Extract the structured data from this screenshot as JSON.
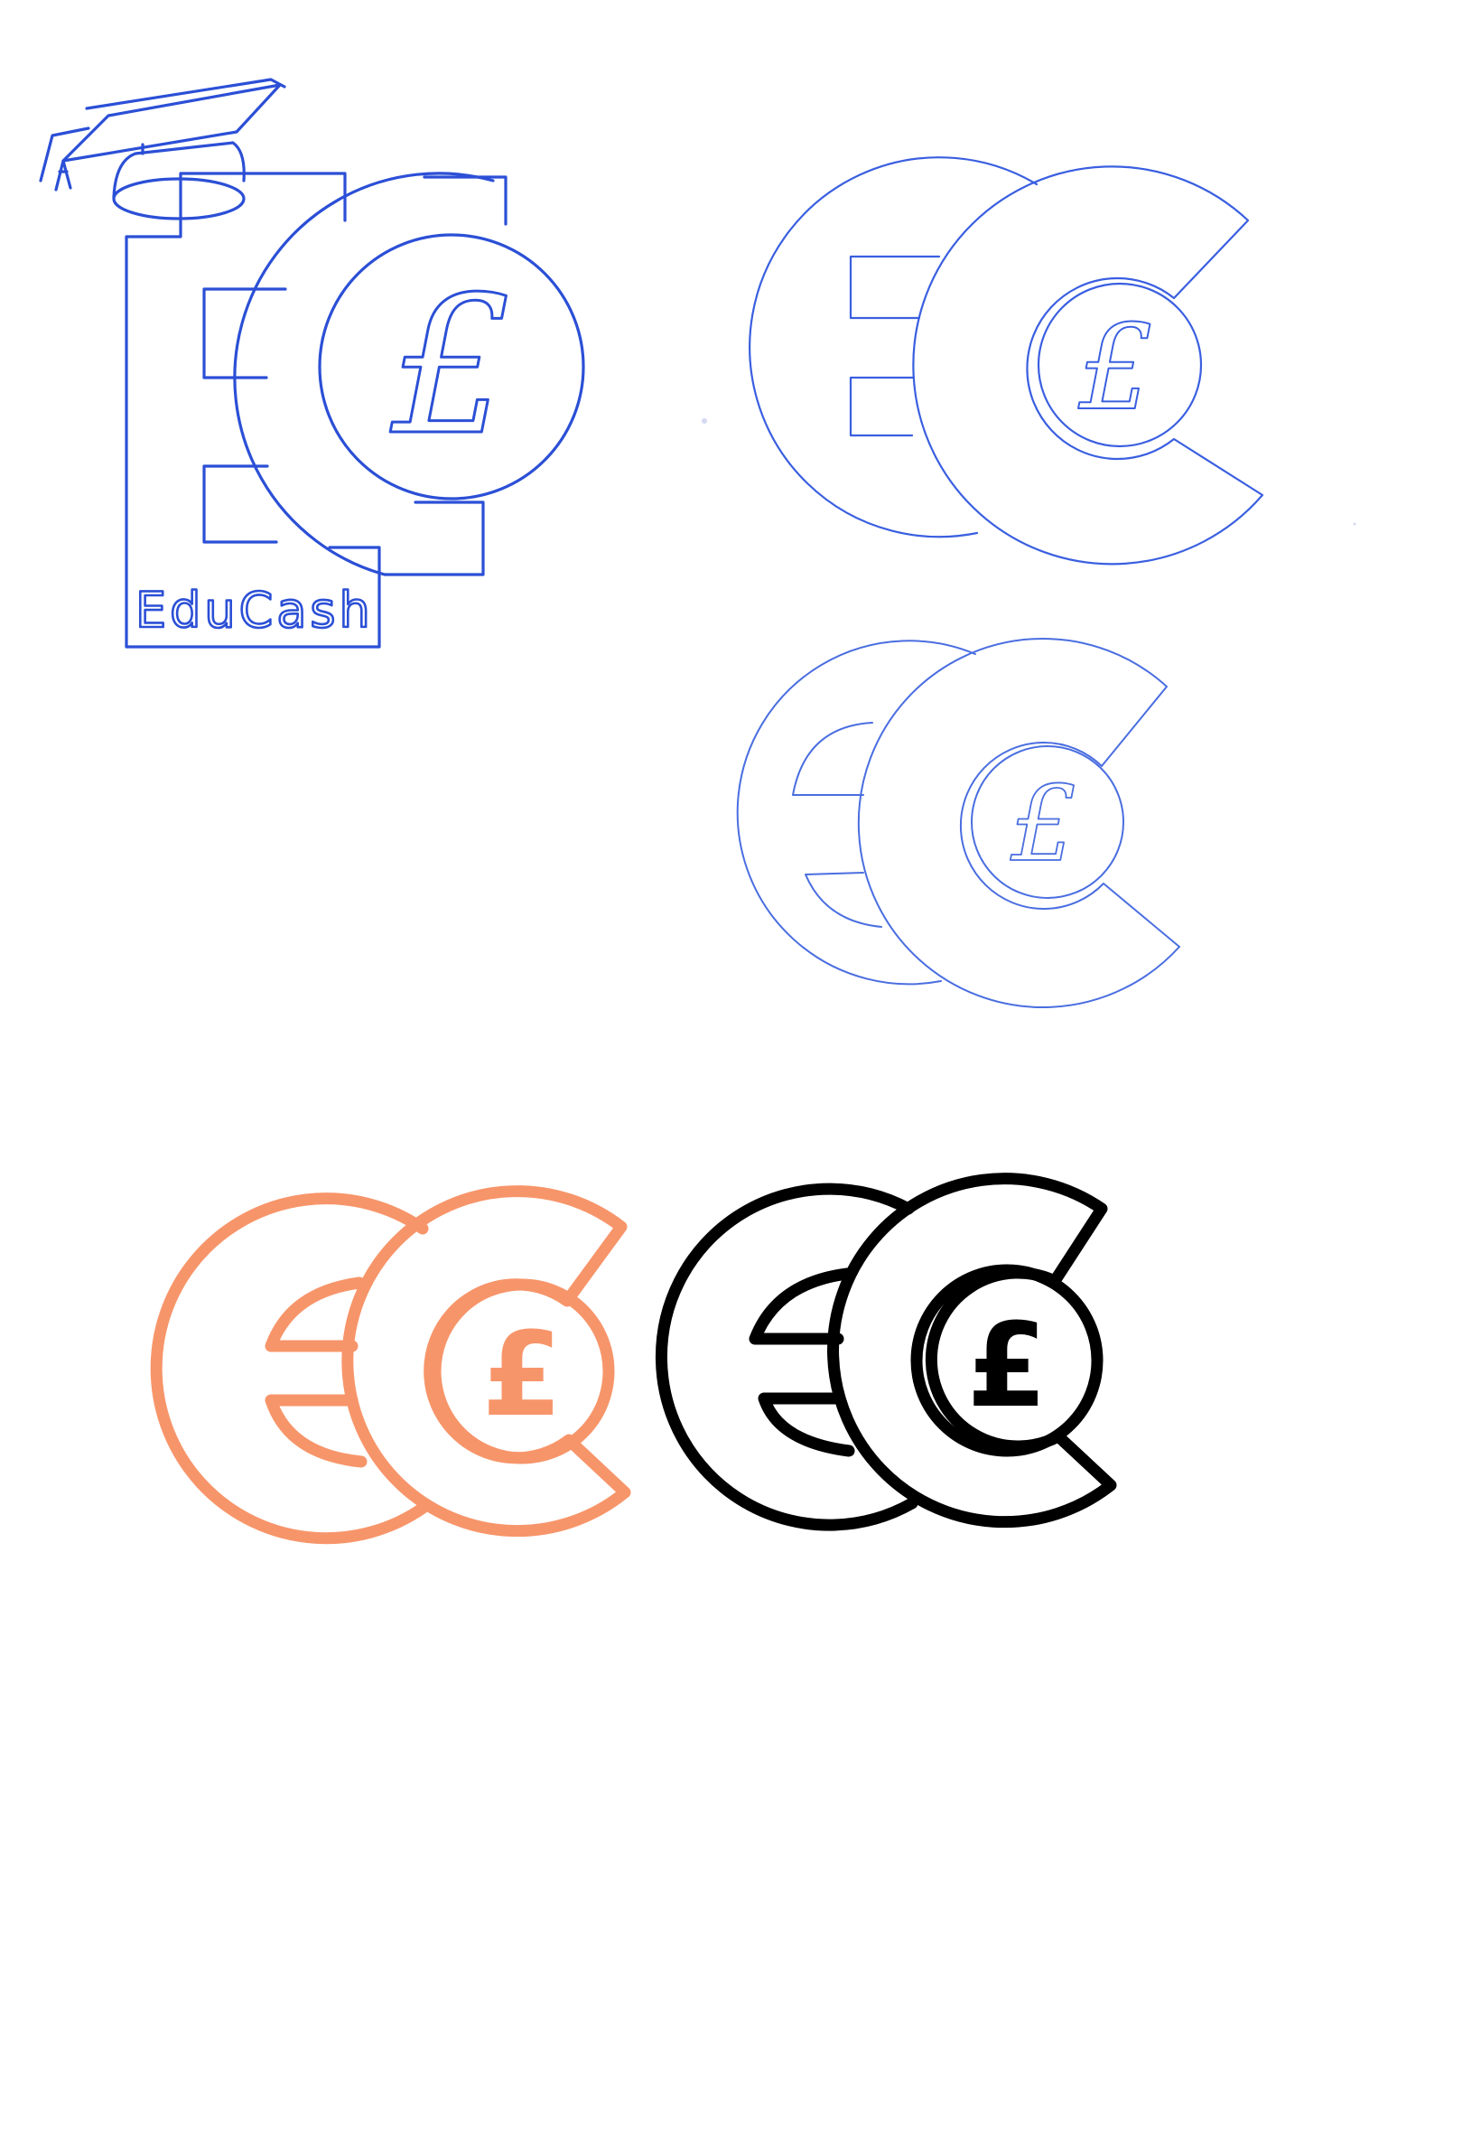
{
  "sketch_1": {
    "wordmark": "EduCash",
    "currency_symbol": "£"
  },
  "sketch_2": {
    "currency_symbol": "£"
  },
  "sketch_3": {
    "currency_symbol": "£"
  },
  "final_color": {
    "currency_symbol": "£"
  },
  "final_mono": {
    "currency_symbol": "£"
  },
  "colors": {
    "sketch_pencil": "#2b4fd6",
    "sketch_light": "#4a6ee0",
    "brand_orange": "#f7956a",
    "mono_black": "#000000",
    "paper": "#ffffff"
  },
  "icons": {
    "sketch_1": "graduation-cap-logo-sketch",
    "sketch_2": "double-c-coin-logo-sketch",
    "sketch_3": "rounded-e-coin-logo-sketch",
    "final_color": "ec-coin-logo-orange",
    "final_mono": "ec-coin-logo-black"
  }
}
